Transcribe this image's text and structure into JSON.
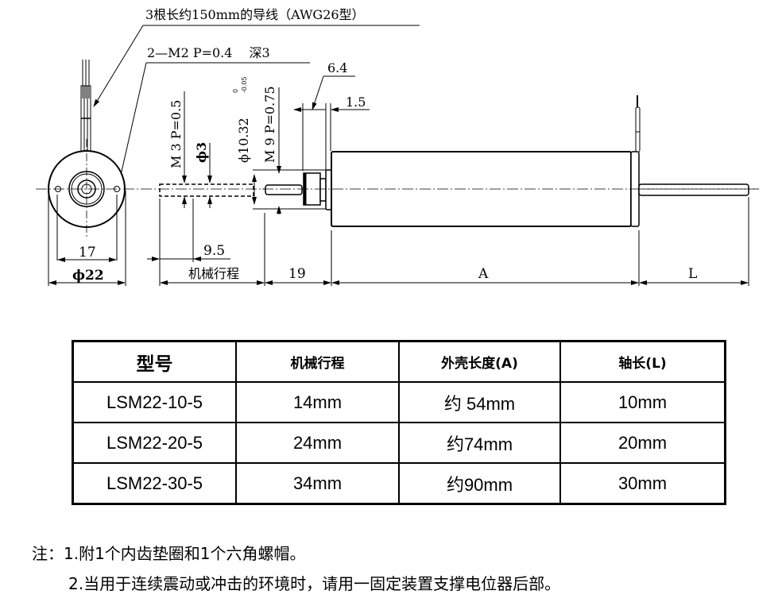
{
  "drawing": {
    "callouts": {
      "lead_wires": "3根长约150mm的导线（AWG26型）",
      "mount_holes": "2—M2 P=0.4　 深3",
      "dim_6_4": "6.4",
      "dim_1_5": "1.5"
    },
    "vertical_labels": {
      "m3_thread": "M 3 P=0.5",
      "phi3": "ϕ3",
      "phi10_32": "ϕ10.32",
      "phi10_32_tolerance_upper": "0",
      "phi10_32_tolerance_lower": "-0.05",
      "m9_thread": "M 9 P=0.75"
    },
    "dimensions": {
      "d17": "17",
      "phi22": "ϕ22",
      "d9_5": "9.5",
      "mechanical_travel": "机械行程",
      "d19": "19",
      "A": "A",
      "L": "L"
    }
  },
  "table": {
    "headers": [
      "型号",
      "机械行程",
      "外壳长度(A)",
      "轴长(L)"
    ],
    "rows": [
      [
        "LSM22-10-5",
        "14mm",
        "约 54mm",
        "10mm"
      ],
      [
        "LSM22-20-5",
        "24mm",
        "约74mm",
        "20mm"
      ],
      [
        "LSM22-30-5",
        "34mm",
        "约90mm",
        "30mm"
      ]
    ]
  },
  "notes": {
    "line1": "注：1.附1个内齿垫圈和1个六角螺帽。",
    "line2": "2.当用于连续震动或冲击的环境时，请用一固定装置支撑电位器后部。"
  }
}
